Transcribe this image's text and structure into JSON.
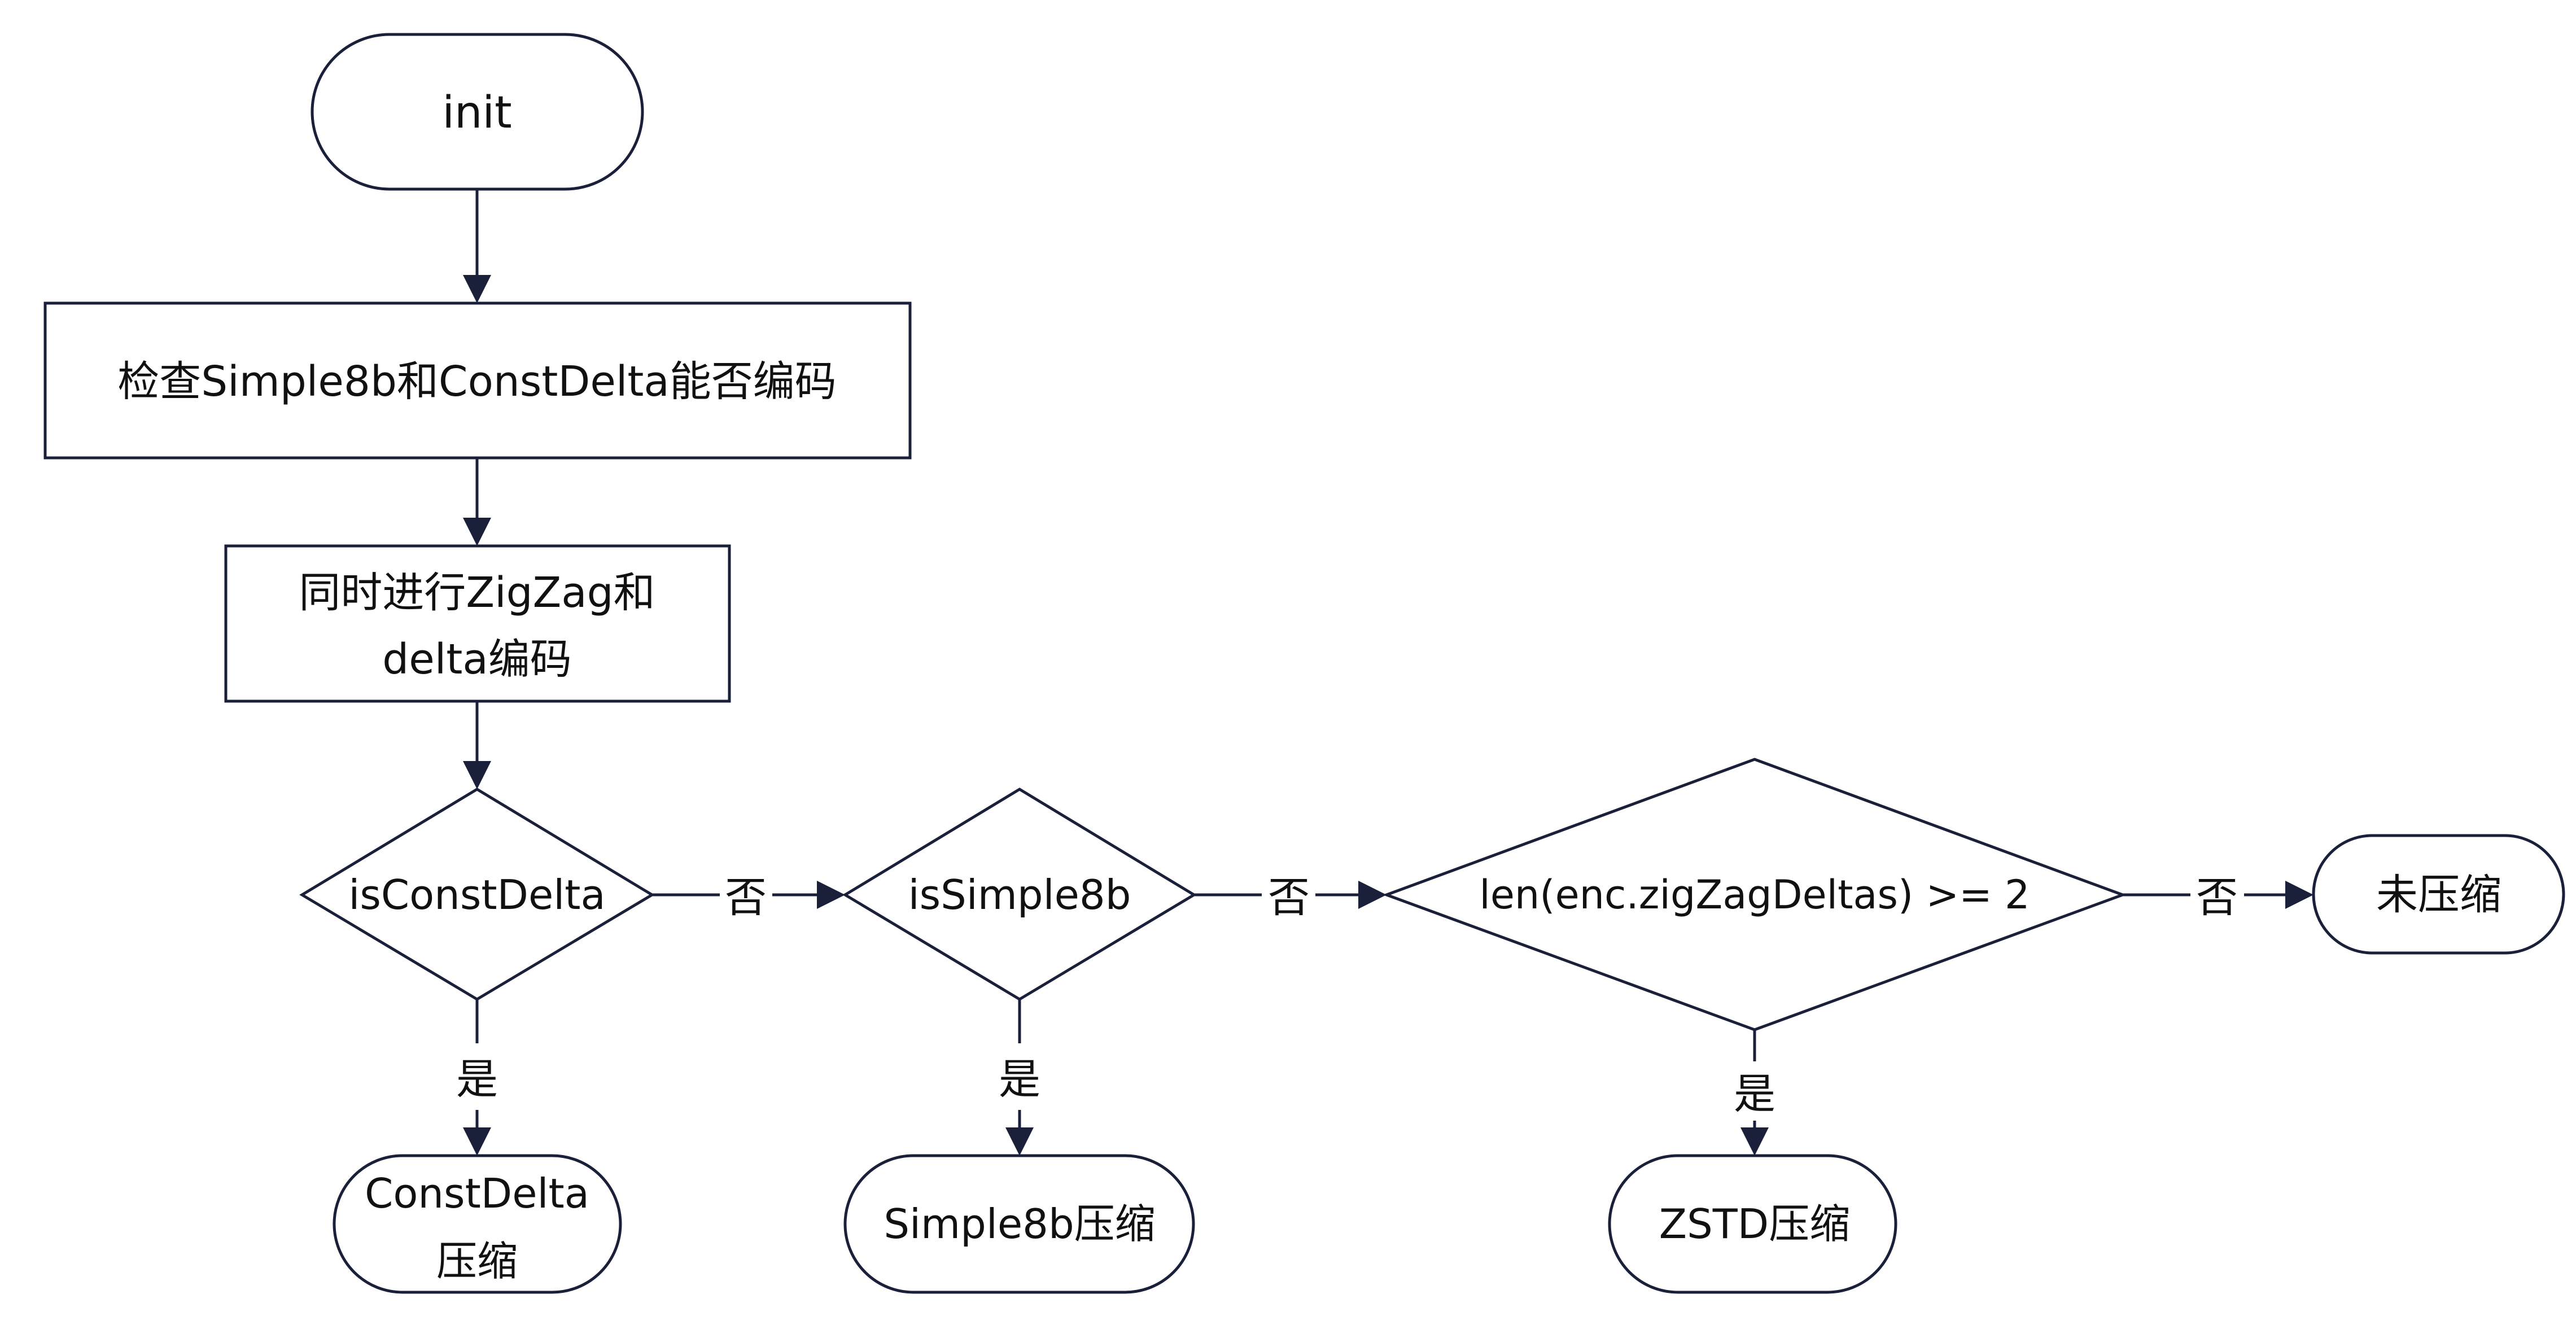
{
  "diagram": {
    "stroke_color": "#1a1f3a",
    "text_color": "#111111",
    "nodes": {
      "init": {
        "label": "init",
        "shape": "terminal"
      },
      "check": {
        "label": "检查Simple8b和ConstDelta能否编码",
        "shape": "process"
      },
      "encode": {
        "line1": "同时进行ZigZag和",
        "line2": "delta编码",
        "shape": "process"
      },
      "is_const_delta": {
        "label": "isConstDelta",
        "shape": "decision"
      },
      "is_simple8b": {
        "label": "isSimple8b",
        "shape": "decision"
      },
      "len_check": {
        "label": "len(enc.zigZagDeltas) >= 2",
        "shape": "decision"
      },
      "const_delta_compress": {
        "line1": "ConstDelta",
        "line2": "压缩",
        "shape": "terminal"
      },
      "simple8b_compress": {
        "label": "Simple8b压缩",
        "shape": "terminal"
      },
      "zstd_compress": {
        "label": "ZSTD压缩",
        "shape": "terminal"
      },
      "uncompressed": {
        "label": "未压缩",
        "shape": "terminal"
      }
    },
    "edge_labels": {
      "no_1": "否",
      "no_2": "否",
      "no_3": "否",
      "yes_1": "是",
      "yes_2": "是",
      "yes_3": "是"
    }
  }
}
